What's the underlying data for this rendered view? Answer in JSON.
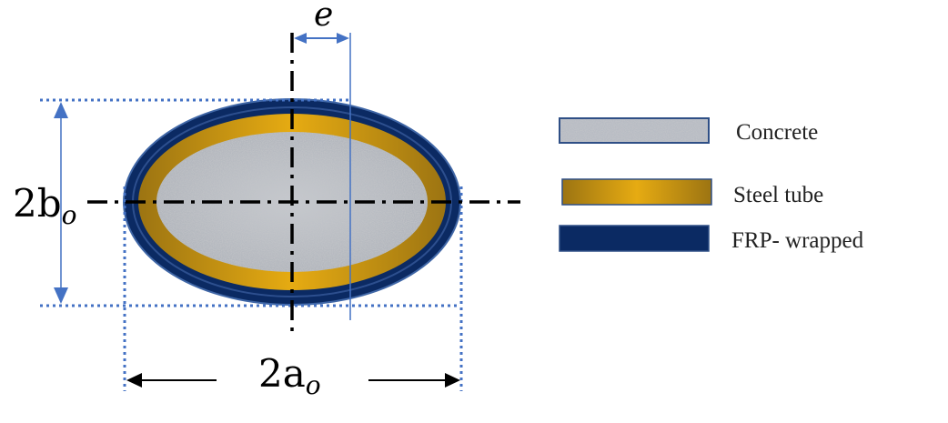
{
  "labels": {
    "eccentricity": "e",
    "height_main": "2b",
    "height_sub": "o",
    "width_main": "2a",
    "width_sub": "o"
  },
  "legend": [
    {
      "label": "Concrete",
      "swatch": "concrete"
    },
    {
      "label": "Steel tube",
      "swatch": "steel"
    },
    {
      "label": "FRP- wrapped",
      "swatch": "frp"
    }
  ],
  "colors": {
    "frp": "#0b2a63",
    "frp_edge": "#3f66a6",
    "steel": "#d8a31c",
    "steel_dark": "#a17a14",
    "concrete": "#b8bcc4",
    "dimension": "#4472c4"
  }
}
